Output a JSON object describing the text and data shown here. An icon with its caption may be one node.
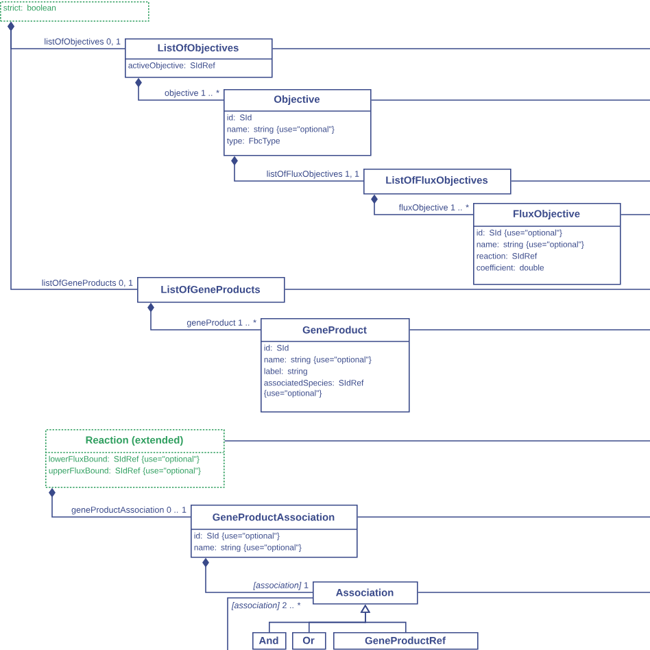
{
  "diagram": {
    "nodes": [
      {
        "text": [
          "strict: boolean"
        ]
      },
      {
        "text": [
          "ListOfObjectives",
          "activeObjective: SIdRef"
        ]
      },
      {
        "text": [
          "Objective",
          "id: SId",
          "name: string {use=\"optional\"}",
          "type: FbcType"
        ]
      },
      {
        "text": [
          "ListOfFluxObjectives"
        ]
      },
      {
        "text": [
          "FluxObjective",
          "id: SId {use=\"optional\"}",
          "name: string {use=\"optional\"}",
          "reaction: SIdRef",
          "coefficient: double"
        ]
      },
      {
        "text": [
          "ListOfGeneProducts"
        ]
      },
      {
        "text": [
          "GeneProduct",
          "id: SId",
          "name: string {use=\"optional\"}",
          "label: string",
          "associatedSpecies: SIdRef {use=\"optional\"}"
        ]
      },
      {
        "text": [
          "Reaction (extended)",
          "lowerFluxBound: SIdRef {use=\"optional\"}",
          "upperFluxBound: SIdRef {use=\"optional\"}"
        ]
      },
      {
        "text": [
          "GeneProductAssociation",
          "id: SId {use=\"optional\"}",
          "name: string {use=\"optional\"}"
        ]
      },
      {
        "text": [
          "Association"
        ]
      },
      {
        "text": [
          "And"
        ]
      },
      {
        "text": [
          "Or"
        ]
      },
      {
        "text": [
          "GeneProductRef"
        ]
      }
    ],
    "edges": [
      {
        "from": 0,
        "to": 1,
        "arrow": "other",
        "label": "listOfObjectives   0, 1"
      },
      {
        "from": 0,
        "to": 5,
        "arrow": "other",
        "label": "listOfGeneProducts  0, 1"
      },
      {
        "from": 1,
        "to": 2,
        "arrow": "other",
        "label": "objective   1 .. *"
      },
      {
        "from": 2,
        "to": 3,
        "arrow": "other",
        "label": "listOfFluxObjectives  1, 1"
      },
      {
        "from": 3,
        "to": 4,
        "arrow": "other",
        "label": "fluxObjective   1 .. *"
      },
      {
        "from": 5,
        "to": 6,
        "arrow": "other",
        "label": "geneProduct      1 .. *"
      },
      {
        "from": 7,
        "to": 8,
        "arrow": "other",
        "label": "geneProductAssociation 0 .. 1"
      },
      {
        "from": 8,
        "to": 9,
        "arrow": "other",
        "label": "*[association]*          1"
      },
      {
        "from": 9,
        "to": null,
        "arrow": "none",
        "label": "*[association]* 2 .. *"
      },
      {
        "from": 10,
        "to": 9,
        "arrow": "to"
      },
      {
        "from": 11,
        "to": 9,
        "arrow": "to"
      },
      {
        "from": 12,
        "to": 9,
        "arrow": "to"
      },
      {
        "from": 1,
        "to": null,
        "arrow": "none"
      },
      {
        "from": 2,
        "to": null,
        "arrow": "none"
      },
      {
        "from": 3,
        "to": null,
        "arrow": "none"
      },
      {
        "from": 4,
        "to": null,
        "arrow": "none"
      },
      {
        "from": 5,
        "to": null,
        "arrow": "none"
      },
      {
        "from": 6,
        "to": null,
        "arrow": "none"
      },
      {
        "from": 7,
        "to": null,
        "arrow": "none"
      },
      {
        "from": 8,
        "to": null,
        "arrow": "none"
      },
      {
        "from": 9,
        "to": null,
        "arrow": "none"
      }
    ]
  }
}
